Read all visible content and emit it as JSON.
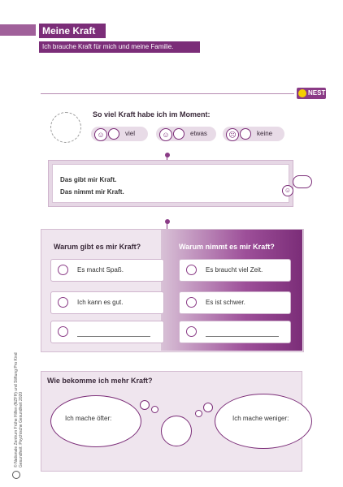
{
  "header": {
    "title": "Meine Kraft",
    "subtitle": "Ich brauche Kraft für mich und meine Familie.",
    "logo": "NEST"
  },
  "mood": {
    "question": "So viel Kraft habe ich im Moment:",
    "options": [
      {
        "label": "viel",
        "face": "☺"
      },
      {
        "label": "etwas",
        "face": "☺"
      },
      {
        "label": "keine",
        "face": "☹"
      }
    ]
  },
  "kraft": {
    "gives": "Das gibt mir Kraft.",
    "takes": "Das nimmt mir Kraft."
  },
  "why": {
    "left_heading": "Warum gibt es mir Kraft?",
    "right_heading": "Warum nimmt es mir Kraft?",
    "left_items": [
      "Es macht Spaß.",
      "Ich kann es gut.",
      ""
    ],
    "right_items": [
      "Es braucht viel Zeit.",
      "Es ist schwer.",
      ""
    ]
  },
  "more": {
    "question": "Wie bekomme ich mehr Kraft?",
    "more_often": "Ich mache öfter:",
    "less_often": "Ich mache weniger:"
  },
  "side": {
    "text": "© Nationale Zentrum Frühe Hilfen (NZFH) und Stiftung Pro Kind   Gesundheit: Psychische Gesundheit  2020"
  },
  "colors": {
    "accent": "#7b2d78",
    "light": "#efe5ee",
    "logo_sun": "#f5d000"
  }
}
